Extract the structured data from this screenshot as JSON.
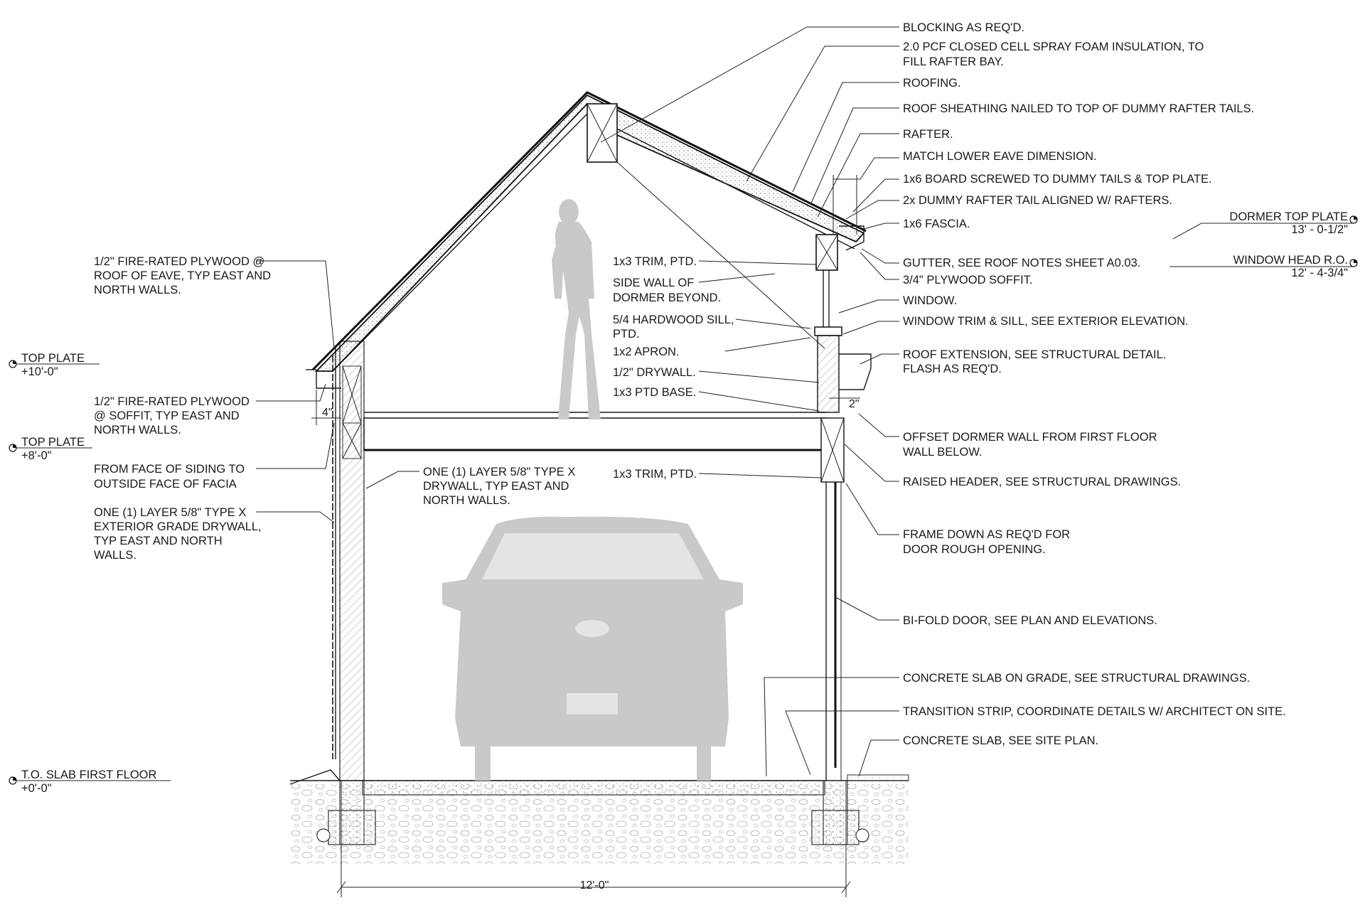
{
  "callouts_right": [
    [
      "BLOCKING AS REQ'D."
    ],
    [
      "2.0 PCF CLOSED CELL SPRAY FOAM INSULATION, TO",
      "FILL RAFTER BAY."
    ],
    [
      "ROOFING."
    ],
    [
      "ROOF SHEATHING NAILED TO TOP OF DUMMY RAFTER TAILS."
    ],
    [
      "RAFTER."
    ],
    [
      "MATCH LOWER EAVE DIMENSION."
    ],
    [
      "1x6 BOARD SCREWED TO DUMMY TAILS & TOP PLATE."
    ],
    [
      "2x DUMMY RAFTER TAIL ALIGNED W/ RAFTERS."
    ],
    [
      "1x6 FASCIA."
    ],
    [
      "GUTTER, SEE ROOF NOTES SHEET A0.03."
    ],
    [
      "3/4\" PLYWOOD SOFFIT."
    ],
    [
      "WINDOW."
    ],
    [
      "WINDOW TRIM & SILL, SEE EXTERIOR ELEVATION."
    ],
    [
      "ROOF EXTENSION, SEE STRUCTURAL DETAIL.",
      "FLASH AS REQ'D."
    ],
    [
      "OFFSET DORMER WALL FROM FIRST FLOOR",
      "WALL BELOW."
    ],
    [
      "RAISED HEADER, SEE STRUCTURAL DRAWINGS."
    ],
    [
      "FRAME DOWN AS REQ'D FOR",
      "DOOR ROUGH OPENING."
    ],
    [
      "BI-FOLD DOOR, SEE PLAN AND ELEVATIONS."
    ],
    [
      "CONCRETE SLAB ON GRADE, SEE STRUCTURAL DRAWINGS."
    ],
    [
      "TRANSITION STRIP, COORDINATE DETAILS W/ ARCHITECT ON SITE."
    ],
    [
      "CONCRETE SLAB, SEE SITE PLAN."
    ]
  ],
  "callouts_left": [
    [
      "1/2\" FIRE-RATED PLYWOOD @",
      "ROOF OF EAVE, TYP EAST AND",
      "NORTH WALLS."
    ],
    [
      "1/2\" FIRE-RATED PLYWOOD",
      "@ SOFFIT, TYP EAST AND",
      "NORTH WALLS."
    ],
    [
      "FROM FACE OF SIDING TO",
      "OUTSIDE FACE OF FACIA"
    ],
    [
      "ONE (1) LAYER 5/8\" TYPE X",
      "EXTERIOR GRADE DRYWALL,",
      "TYP EAST AND NORTH",
      "WALLS."
    ]
  ],
  "callouts_interior": [
    [
      "ONE (1) LAYER 5/8\" TYPE X",
      "DRYWALL, TYP EAST AND",
      "NORTH WALLS."
    ],
    [
      "1x3 TRIM, PTD."
    ],
    [
      "SIDE WALL OF",
      "DORMER BEYOND."
    ],
    [
      "5/4 HARDWOOD SILL,",
      "PTD."
    ],
    [
      "1x2 APRON."
    ],
    [
      "1/2\" DRYWALL."
    ],
    [
      "1x3 PTD BASE."
    ],
    [
      "1x3 TRIM, PTD."
    ]
  ],
  "levels_left": [
    {
      "name": "TOP PLATE",
      "elev": "+10'-0\""
    },
    {
      "name": "TOP PLATE",
      "elev": "+8'-0\""
    },
    {
      "name": "T.O. SLAB FIRST FLOOR",
      "elev": "+0'-0\""
    }
  ],
  "levels_right": [
    {
      "name": "DORMER TOP PLATE",
      "elev": "13' - 0-1/2\""
    },
    {
      "name": "WINDOW HEAD R.O.",
      "elev": "12' - 4-3/4\""
    }
  ],
  "dimensions": {
    "overall_width": "12'-0\"",
    "eave_offset": "4\"",
    "dormer_offset": "2\""
  }
}
